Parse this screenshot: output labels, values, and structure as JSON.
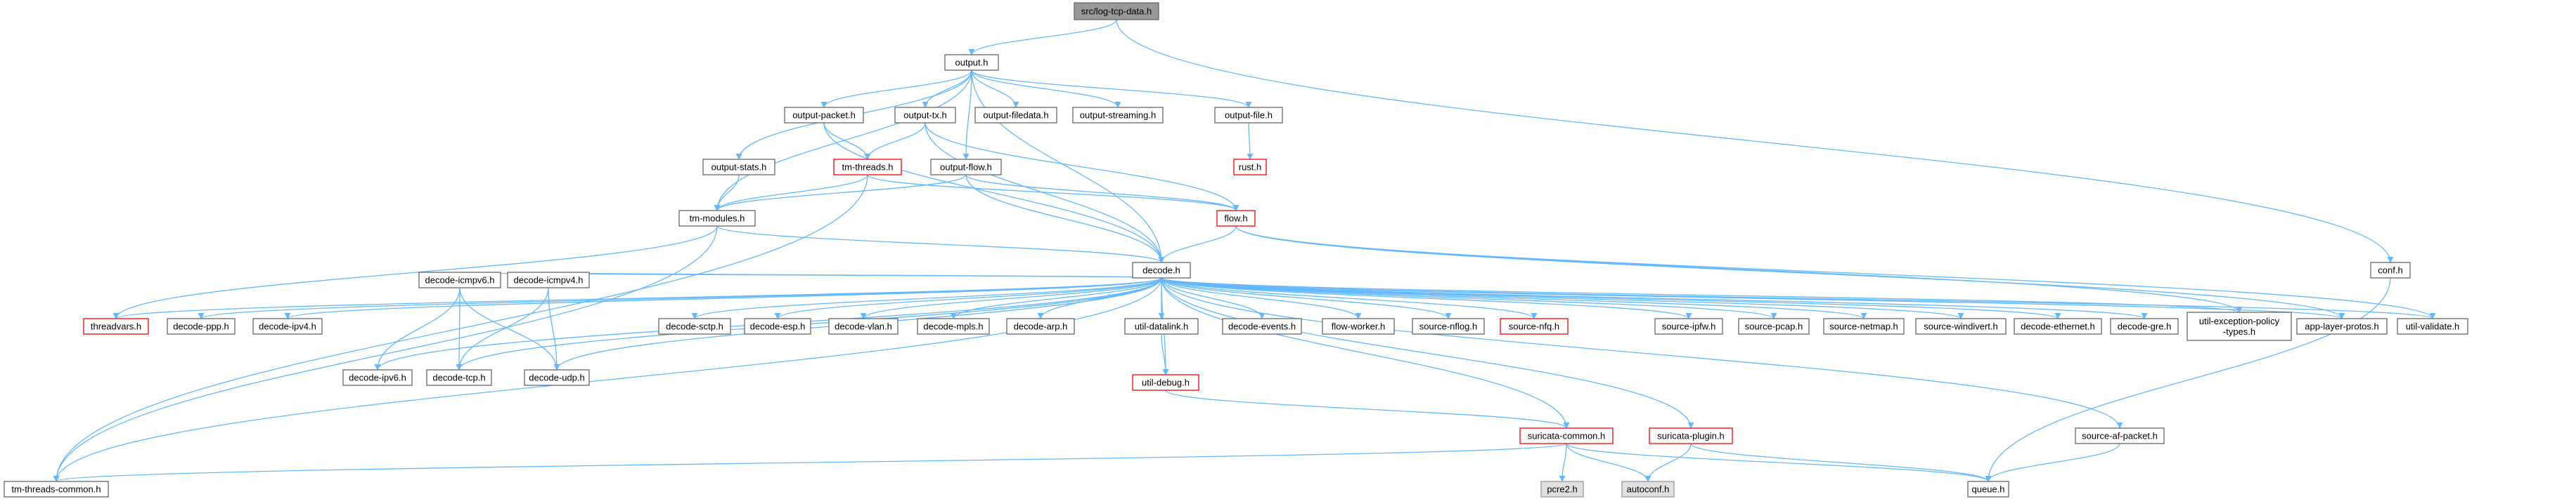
{
  "colors": {
    "edge": "#63b8ff",
    "normal_border": "#666666",
    "normal_fill": "#ffffff",
    "truncated_border": "#ff0000",
    "root_fill": "#999999",
    "root_border": "#666666",
    "external_fill": "#e0e0e0",
    "external_border": "#999999"
  },
  "nodes": [
    {
      "id": "log-tcp-data",
      "label": "src/log-tcp-data.h",
      "kind": "root"
    },
    {
      "id": "output",
      "label": "output.h",
      "kind": "normal"
    },
    {
      "id": "conf",
      "label": "conf.h",
      "kind": "normal"
    },
    {
      "id": "queue",
      "label": "queue.h",
      "kind": "normal"
    },
    {
      "id": "tm-modules",
      "label": "tm-modules.h",
      "kind": "normal"
    },
    {
      "id": "decode",
      "label": "decode.h",
      "kind": "normal"
    },
    {
      "id": "output-packet",
      "label": "output-packet.h",
      "kind": "normal"
    },
    {
      "id": "output-tx",
      "label": "output-tx.h",
      "kind": "normal"
    },
    {
      "id": "output-filedata",
      "label": "output-filedata.h",
      "kind": "normal"
    },
    {
      "id": "output-streaming",
      "label": "output-streaming.h",
      "kind": "normal"
    },
    {
      "id": "output-file",
      "label": "output-file.h",
      "kind": "normal"
    },
    {
      "id": "output-stats",
      "label": "output-stats.h",
      "kind": "normal"
    },
    {
      "id": "output-flow",
      "label": "output-flow.h",
      "kind": "normal"
    },
    {
      "id": "tm-threads",
      "label": "tm-threads.h",
      "kind": "truncated"
    },
    {
      "id": "rust",
      "label": "rust.h",
      "kind": "truncated"
    },
    {
      "id": "flow",
      "label": "flow.h",
      "kind": "truncated"
    },
    {
      "id": "threadvars",
      "label": "threadvars.h",
      "kind": "truncated"
    },
    {
      "id": "decode-ppp",
      "label": "decode-ppp.h",
      "kind": "normal"
    },
    {
      "id": "decode-ipv4",
      "label": "decode-ipv4.h",
      "kind": "normal"
    },
    {
      "id": "decode-icmpv6",
      "label": "decode-icmpv6.h",
      "kind": "normal"
    },
    {
      "id": "decode-icmpv4",
      "label": "decode-icmpv4.h",
      "kind": "normal"
    },
    {
      "id": "decode-sctp",
      "label": "decode-sctp.h",
      "kind": "normal"
    },
    {
      "id": "decode-esp",
      "label": "decode-esp.h",
      "kind": "normal"
    },
    {
      "id": "decode-vlan",
      "label": "decode-vlan.h",
      "kind": "normal"
    },
    {
      "id": "decode-mpls",
      "label": "decode-mpls.h",
      "kind": "normal"
    },
    {
      "id": "decode-arp",
      "label": "decode-arp.h",
      "kind": "normal"
    },
    {
      "id": "util-datalink",
      "label": "util-datalink.h",
      "kind": "normal"
    },
    {
      "id": "decode-events",
      "label": "decode-events.h",
      "kind": "normal"
    },
    {
      "id": "flow-worker",
      "label": "flow-worker.h",
      "kind": "normal"
    },
    {
      "id": "source-nflog",
      "label": "source-nflog.h",
      "kind": "normal"
    },
    {
      "id": "source-nfq",
      "label": "source-nfq.h",
      "kind": "truncated"
    },
    {
      "id": "source-ipfw",
      "label": "source-ipfw.h",
      "kind": "normal"
    },
    {
      "id": "source-pcap",
      "label": "source-pcap.h",
      "kind": "normal"
    },
    {
      "id": "source-netmap",
      "label": "source-netmap.h",
      "kind": "normal"
    },
    {
      "id": "source-windivert",
      "label": "source-windivert.h",
      "kind": "normal"
    },
    {
      "id": "decode-ethernet",
      "label": "decode-ethernet.h",
      "kind": "normal"
    },
    {
      "id": "decode-gre",
      "label": "decode-gre.h",
      "kind": "normal"
    },
    {
      "id": "util-exception-policy-types",
      "label": "util-exception-policy\n-types.h",
      "kind": "normal"
    },
    {
      "id": "app-layer-protos",
      "label": "app-layer-protos.h",
      "kind": "normal"
    },
    {
      "id": "util-validate",
      "label": "util-validate.h",
      "kind": "normal"
    },
    {
      "id": "decode-ipv6",
      "label": "decode-ipv6.h",
      "kind": "normal"
    },
    {
      "id": "decode-tcp",
      "label": "decode-tcp.h",
      "kind": "normal"
    },
    {
      "id": "decode-udp",
      "label": "decode-udp.h",
      "kind": "normal"
    },
    {
      "id": "util-debug",
      "label": "util-debug.h",
      "kind": "truncated"
    },
    {
      "id": "suricata-common",
      "label": "suricata-common.h",
      "kind": "truncated"
    },
    {
      "id": "suricata-plugin",
      "label": "suricata-plugin.h",
      "kind": "truncated"
    },
    {
      "id": "source-af-packet",
      "label": "source-af-packet.h",
      "kind": "normal"
    },
    {
      "id": "tm-threads-common",
      "label": "tm-threads-common.h",
      "kind": "normal"
    },
    {
      "id": "pcre2",
      "label": "pcre2.h",
      "kind": "external"
    },
    {
      "id": "autoconf",
      "label": "autoconf.h",
      "kind": "external"
    }
  ],
  "edges": [
    [
      "log-tcp-data",
      "output"
    ],
    [
      "log-tcp-data",
      "conf"
    ],
    [
      "output",
      "tm-modules"
    ],
    [
      "output",
      "decode"
    ],
    [
      "output",
      "output-packet"
    ],
    [
      "output",
      "output-tx"
    ],
    [
      "output",
      "output-filedata"
    ],
    [
      "output",
      "output-streaming"
    ],
    [
      "output",
      "output-file"
    ],
    [
      "output",
      "output-stats"
    ],
    [
      "output",
      "output-flow"
    ],
    [
      "conf",
      "queue"
    ],
    [
      "output-packet",
      "decode"
    ],
    [
      "output-packet",
      "tm-threads"
    ],
    [
      "output-tx",
      "tm-threads"
    ],
    [
      "output-tx",
      "decode"
    ],
    [
      "output-tx",
      "flow"
    ],
    [
      "output-file",
      "rust"
    ],
    [
      "output-stats",
      "tm-modules"
    ],
    [
      "output-flow",
      "tm-modules"
    ],
    [
      "output-flow",
      "decode"
    ],
    [
      "output-flow",
      "flow"
    ],
    [
      "tm-threads",
      "tm-modules"
    ],
    [
      "tm-threads",
      "flow"
    ],
    [
      "tm-threads",
      "tm-threads-common"
    ],
    [
      "tm-modules",
      "decode"
    ],
    [
      "tm-modules",
      "threadvars"
    ],
    [
      "tm-modules",
      "tm-threads-common"
    ],
    [
      "flow",
      "decode"
    ],
    [
      "flow",
      "util-exception-policy-types"
    ],
    [
      "flow",
      "app-layer-protos"
    ],
    [
      "flow",
      "util-validate"
    ],
    [
      "decode",
      "threadvars"
    ],
    [
      "decode",
      "decode-ppp"
    ],
    [
      "decode",
      "decode-ipv4"
    ],
    [
      "decode",
      "decode-icmpv6"
    ],
    [
      "decode",
      "decode-icmpv4"
    ],
    [
      "decode",
      "decode-sctp"
    ],
    [
      "decode",
      "decode-esp"
    ],
    [
      "decode",
      "decode-vlan"
    ],
    [
      "decode",
      "decode-mpls"
    ],
    [
      "decode",
      "decode-arp"
    ],
    [
      "decode",
      "util-datalink"
    ],
    [
      "decode",
      "decode-events"
    ],
    [
      "decode",
      "flow-worker"
    ],
    [
      "decode",
      "source-nflog"
    ],
    [
      "decode",
      "source-nfq"
    ],
    [
      "decode",
      "source-ipfw"
    ],
    [
      "decode",
      "source-pcap"
    ],
    [
      "decode",
      "source-netmap"
    ],
    [
      "decode",
      "source-windivert"
    ],
    [
      "decode",
      "decode-ethernet"
    ],
    [
      "decode",
      "decode-gre"
    ],
    [
      "decode",
      "util-exception-policy-types"
    ],
    [
      "decode",
      "app-layer-protos"
    ],
    [
      "decode",
      "util-validate"
    ],
    [
      "decode",
      "decode-ipv6"
    ],
    [
      "decode",
      "decode-tcp"
    ],
    [
      "decode",
      "decode-udp"
    ],
    [
      "decode",
      "util-debug"
    ],
    [
      "decode",
      "suricata-common"
    ],
    [
      "decode",
      "suricata-plugin"
    ],
    [
      "decode",
      "source-af-packet"
    ],
    [
      "decode",
      "tm-threads-common"
    ],
    [
      "decode-icmpv6",
      "decode-ipv6"
    ],
    [
      "decode-icmpv6",
      "decode-tcp"
    ],
    [
      "decode-icmpv6",
      "decode-udp"
    ],
    [
      "decode-icmpv4",
      "decode-tcp"
    ],
    [
      "decode-icmpv4",
      "decode-udp"
    ],
    [
      "util-datalink",
      "util-debug"
    ],
    [
      "util-debug",
      "suricata-common"
    ],
    [
      "suricata-common",
      "tm-threads-common"
    ],
    [
      "suricata-common",
      "pcre2"
    ],
    [
      "suricata-common",
      "autoconf"
    ],
    [
      "suricata-common",
      "queue"
    ],
    [
      "suricata-plugin",
      "autoconf"
    ],
    [
      "suricata-plugin",
      "queue"
    ],
    [
      "source-af-packet",
      "queue"
    ]
  ]
}
